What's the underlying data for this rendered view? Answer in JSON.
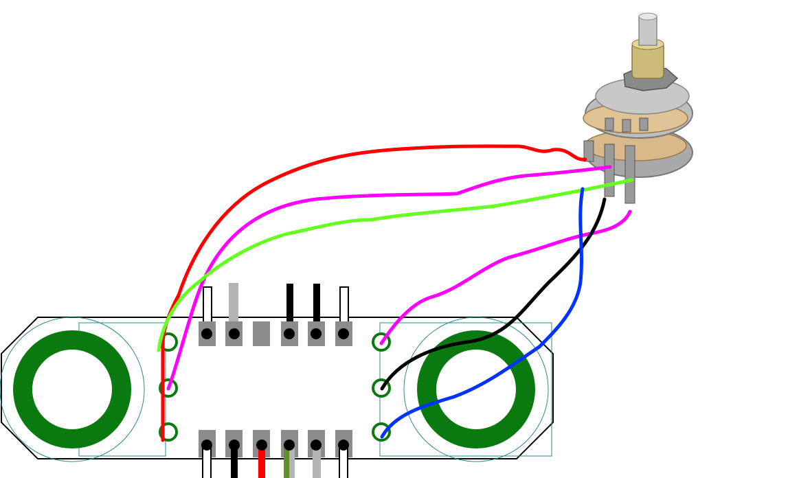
{
  "diagram": {
    "type": "wiring-diagram",
    "components": {
      "breakout_board": {
        "mounting_holes": 2,
        "side_pads": 6,
        "top_pins": 6,
        "bottom_pins": 6
      },
      "potentiometer": {
        "type": "dual-gang",
        "terminals": 6
      }
    },
    "wire_colors": {
      "red": "#ff0000",
      "magenta": "#ff00ff",
      "green": "#66ff22",
      "black": "#000000",
      "blue": "#0033ff"
    },
    "colors": {
      "board_ring": "#0a7a10",
      "board_outline": "#000000",
      "board_silkscreen": "#2a8a8a",
      "pin_pad": "#8c8c8c",
      "pot_body": "#b8b8b8",
      "pot_wafer": "#d9b98a",
      "pot_shaft": "#cdbb7a"
    }
  }
}
